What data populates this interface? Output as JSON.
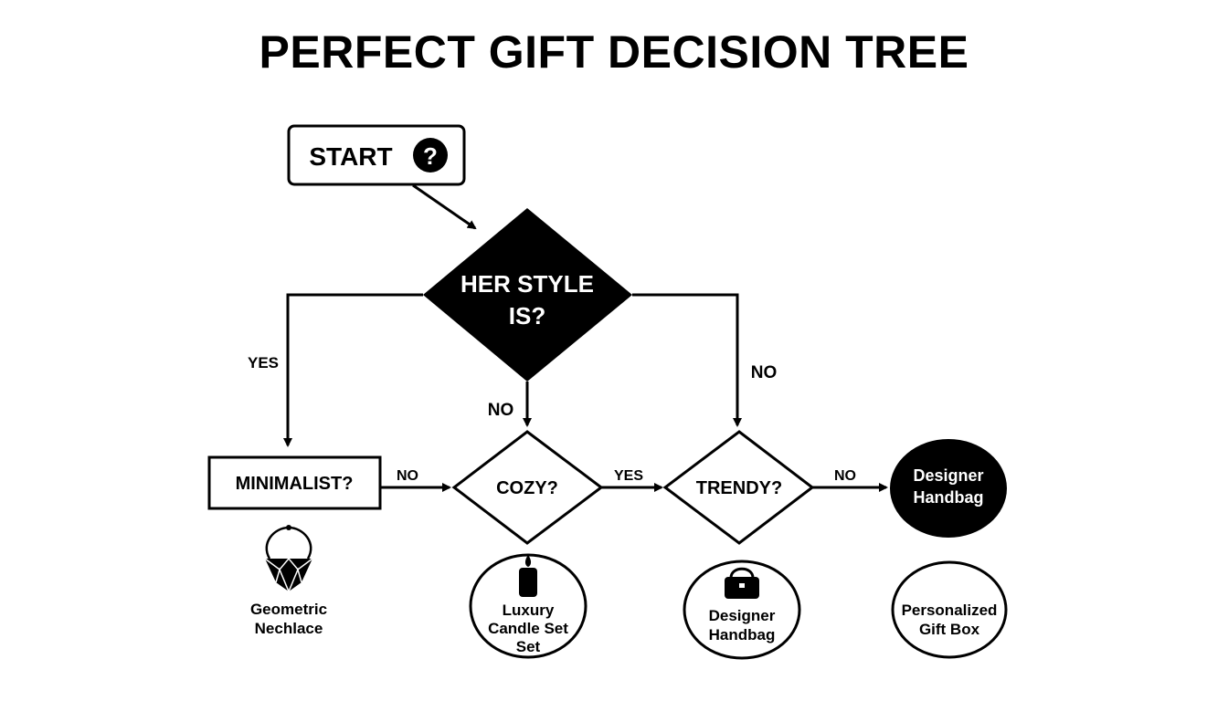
{
  "title": "PERFECT GIFT DECISION TREE",
  "nodes": {
    "start": "START",
    "start_icon": "?",
    "style_line1": "HER STYLE",
    "style_line2": "IS?",
    "minimalist": "MINIMALIST?",
    "cozy": "COZY?",
    "trendy": "TRENDY?",
    "handbag_line1": "Designer",
    "handbag_line2": "Handbag"
  },
  "edges": {
    "yes_left": "YES",
    "no_center": "NO",
    "no_right": "NO",
    "no_min_cozy": "NO",
    "yes_cozy_trendy": "YES",
    "no_trendy_handbag": "NO"
  },
  "results": {
    "necklace_line1": "Geometric",
    "necklace_line2": "Nechlace",
    "candle_line1": "Luxury",
    "candle_line2": "Candle Set",
    "candle_line3": "Set",
    "handbag_line1": "Designer",
    "handbag_line2": "Handbag",
    "giftbox_line1": "Personalized",
    "giftbox_line2": "Gift Box"
  },
  "icons": [
    "question-icon",
    "necklace-icon",
    "candle-icon",
    "handbag-icon"
  ]
}
